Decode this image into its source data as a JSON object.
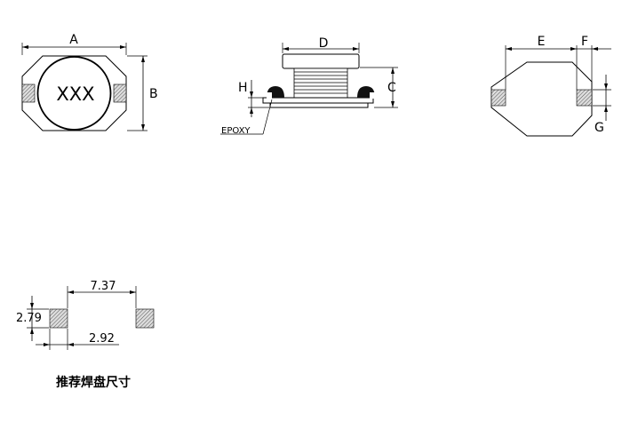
{
  "top_view": {
    "marking": "XXX",
    "dim_a": "A",
    "dim_b": "B"
  },
  "side_view": {
    "dim_d": "D",
    "dim_c": "C",
    "dim_h": "H",
    "epoxy": "EPOXY"
  },
  "bottom_view": {
    "dim_e": "E",
    "dim_f": "F",
    "dim_g": "G"
  },
  "land_pattern": {
    "spacing": "7.37",
    "pad_height": "2.79",
    "pad_width": "2.92",
    "caption": "推荐焊盘尺寸"
  }
}
